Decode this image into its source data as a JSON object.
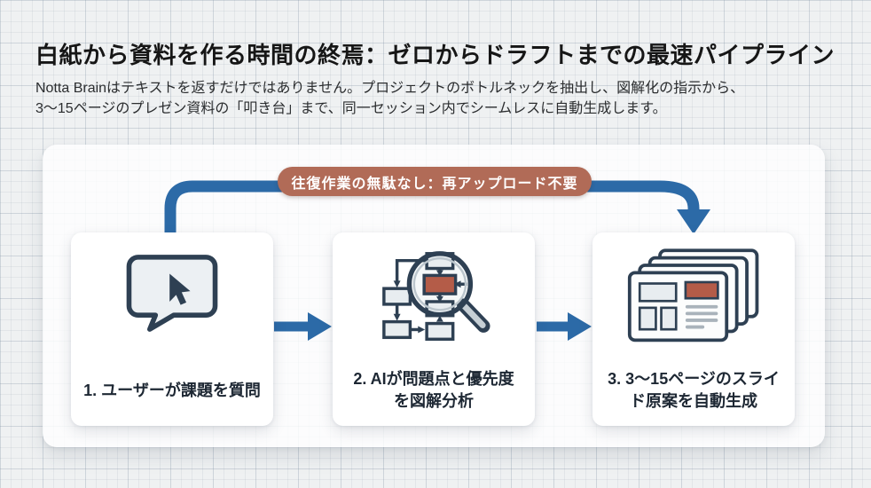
{
  "header": {
    "title": "白紙から資料を作る時間の終焉：ゼロからドラフトまでの最速パイプライン",
    "subtitle_lines": [
      "Notta Brainはテキストを返すだけではありません。プロジェクトのボトルネックを抽出し、図解化の指示から、",
      "3〜15ページのプレゼン資料の「叩き台」まで、同一セッション内でシームレスに自動生成します。"
    ]
  },
  "diagram": {
    "loop_badge_label": "往復作業の無駄なし：再アップロード不要",
    "steps": [
      {
        "icon": "chat-bubble-cursor-icon",
        "lines": [
          "1. ユーザーが課題を質問"
        ]
      },
      {
        "icon": "magnifier-flowchart-icon",
        "lines": [
          "2. AIが問題点と優先度",
          "を図解分析"
        ]
      },
      {
        "icon": "slides-stack-icon",
        "lines": [
          "3. 3〜15ページのスライ",
          "ド原案を自動生成"
        ]
      }
    ]
  },
  "colors": {
    "accent_blue": "#2c6aa7",
    "badge_terracotta": "#b16b57",
    "icon_navy": "#2e4053",
    "icon_terracotta": "#b45c48",
    "icon_light_fill": "#e8edf0"
  }
}
